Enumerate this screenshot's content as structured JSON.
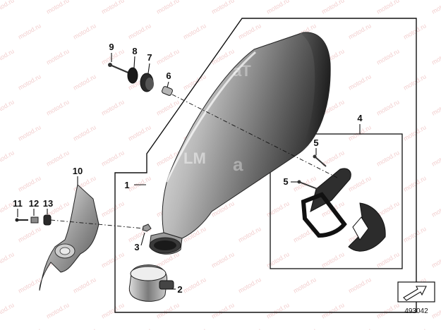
{
  "diagram": {
    "watermark": "motod.ru",
    "reference_number": "493042",
    "callouts": {
      "c1": "1",
      "c2": "2",
      "c3": "3",
      "c4": "4",
      "c5a": "5",
      "c5b": "5",
      "c6": "6",
      "c7": "7",
      "c8": "8",
      "c9": "9",
      "c10": "10",
      "c11": "11",
      "c12": "12",
      "c13": "13"
    }
  }
}
